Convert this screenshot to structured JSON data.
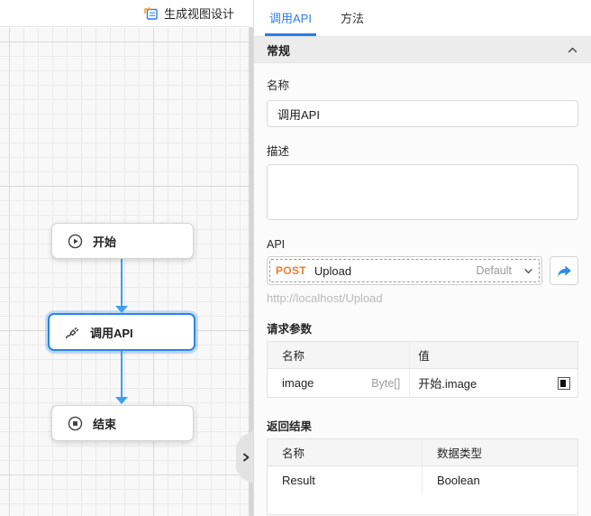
{
  "toolbar": {
    "generate_view_label": "生成视图设计"
  },
  "canvas": {
    "nodes": [
      {
        "id": "start",
        "label": "开始",
        "icon": "play-circle-icon",
        "selected": false
      },
      {
        "id": "callapi",
        "label": "调用API",
        "icon": "api-plug-icon",
        "selected": true
      },
      {
        "id": "end",
        "label": "结束",
        "icon": "stop-circle-icon",
        "selected": false
      }
    ],
    "edges": [
      {
        "from": "start",
        "to": "callapi"
      },
      {
        "from": "callapi",
        "to": "end"
      }
    ]
  },
  "panel": {
    "tabs": [
      {
        "label": "调用API",
        "active": true
      },
      {
        "label": "方法",
        "active": false
      }
    ],
    "section_general": {
      "title": "常规"
    },
    "fields": {
      "name_label": "名称",
      "name_value": "调用API",
      "desc_label": "描述",
      "desc_value": "",
      "api_label": "API",
      "api_method": "POST",
      "api_name": "Upload",
      "api_env": "Default",
      "api_url": "http://localhost/Upload"
    },
    "request_params": {
      "title": "请求参数",
      "columns": [
        "名称",
        "值"
      ],
      "rows": [
        {
          "name": "image",
          "type": "Byte[]",
          "value": "开始.image"
        }
      ]
    },
    "return_results": {
      "title": "返回结果",
      "columns": [
        "名称",
        "数据类型"
      ],
      "rows": [
        {
          "name": "Result",
          "type": "Boolean"
        }
      ]
    }
  },
  "colors": {
    "accent_blue": "#2b7de9",
    "connector_blue": "#3d9ff0",
    "selected_node_border": "#2585e8",
    "post_method_orange": "#ed7d31"
  }
}
